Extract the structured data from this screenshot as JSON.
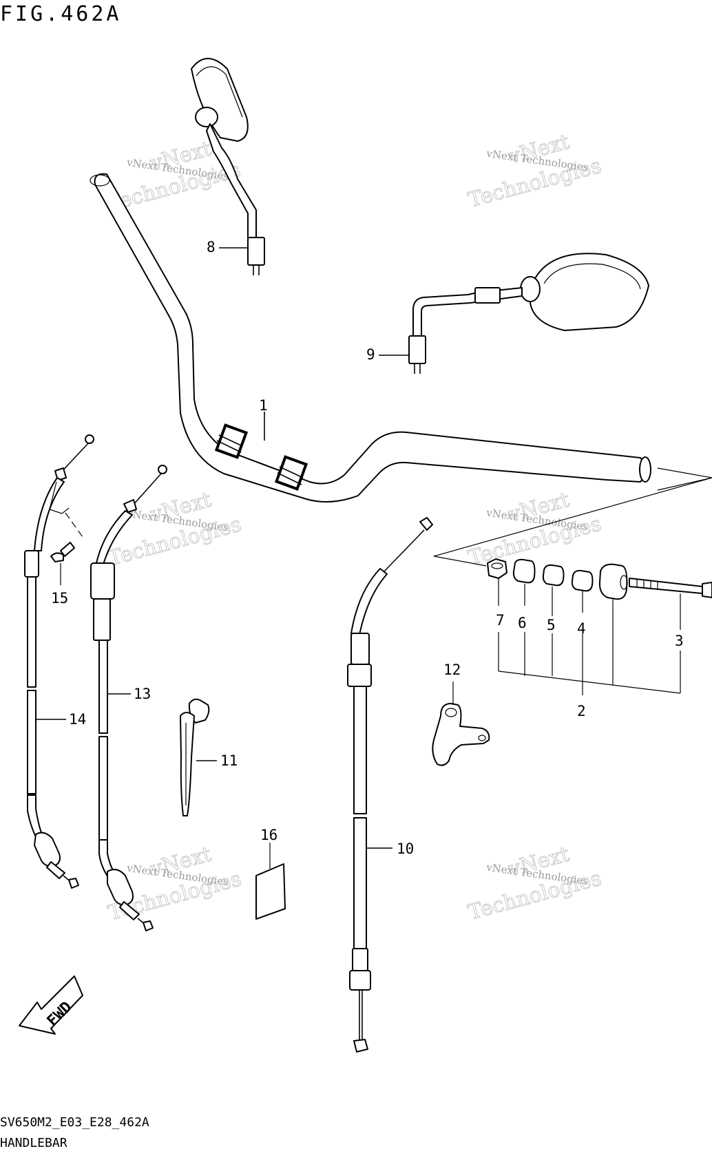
{
  "figure": {
    "title": "FIG.462A",
    "code": "SV650M2_E03_E28_462A",
    "name": "HANDLEBAR"
  },
  "callouts": [
    "1",
    "2",
    "3",
    "4",
    "5",
    "6",
    "7",
    "8",
    "9",
    "10",
    "11",
    "12",
    "13",
    "14",
    "15",
    "16"
  ],
  "fwd_label": "FWD",
  "watermark": {
    "line1": "vNext Technologies",
    "line2": "vNext",
    "line3": "Technologies"
  }
}
